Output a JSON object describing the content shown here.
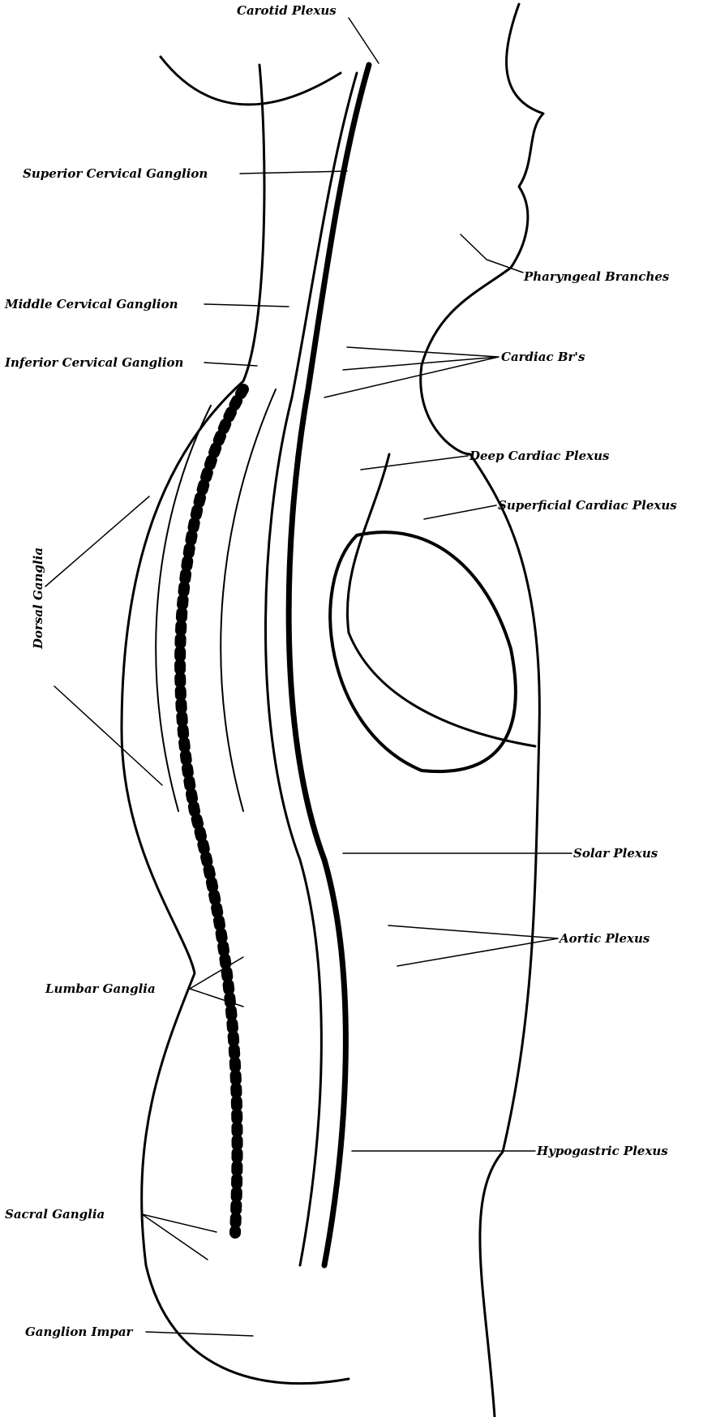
{
  "labels": {
    "carotid_plexus": "Carotid Plexus",
    "superior_cervical_ganglion": "Superior Cervical Ganglion",
    "pharyngeal_branches": "Pharyngeal Branches",
    "middle_cervical_ganglion": "Middle Cervical Ganglion",
    "inferior_cervical_ganglion": "Inferior Cervical Ganglion",
    "cardiac_branches": "Cardiac Br's",
    "deep_cardiac_plexus": "Deep Cardiac Plexus",
    "superficial_cardiac_plexus": "Superficial Cardiac Plexus",
    "dorsal_ganglia": "Dorsal Ganglia",
    "solar_plexus": "Solar Plexus",
    "aortic_plexus": "Aortic Plexus",
    "lumbar_ganglia": "Lumbar Ganglia",
    "hypogastric_plexus": "Hypogastric Plexus",
    "sacral_ganglia": "Sacral Ganglia",
    "ganglion_impar": "Ganglion Impar"
  },
  "colors": {
    "ink": "#000000",
    "paper": "#ffffff"
  }
}
